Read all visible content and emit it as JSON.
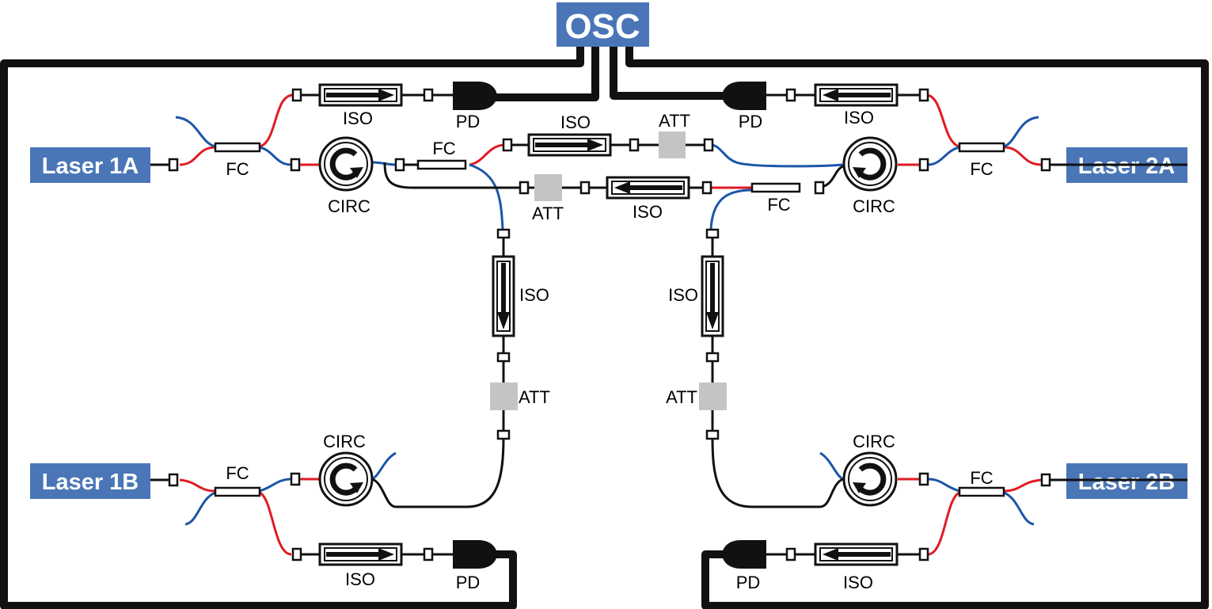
{
  "title": "OSC",
  "lasers": {
    "l1a": "Laser 1A",
    "l2a": "Laser 2A",
    "l1b": "Laser 1B",
    "l2b": "Laser 2B"
  },
  "labels": {
    "iso": "ISO",
    "pd": "PD",
    "fc": "FC",
    "circ": "CIRC",
    "att": "ATT"
  },
  "colors": {
    "box_fill": "#4a76b8",
    "fiber_red": "#e01b24",
    "fiber_blue": "#1b55a8",
    "cable_black": "#111111",
    "attenuator_gray": "#c4c4c4"
  },
  "icons": [
    "isolator-arrow-icon",
    "circulator-icon",
    "photodetector-icon",
    "connector-icon",
    "attenuator-icon"
  ]
}
